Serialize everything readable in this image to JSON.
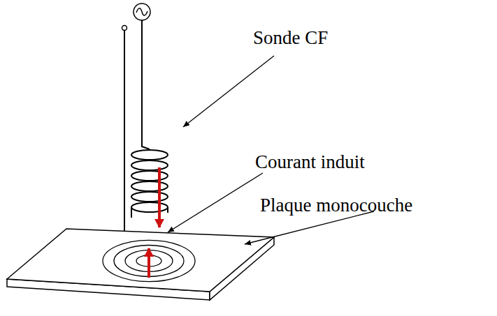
{
  "diagram": {
    "labels": [
      "Sonde CF",
      "Courant induit",
      "Plaque monocouche"
    ]
  }
}
